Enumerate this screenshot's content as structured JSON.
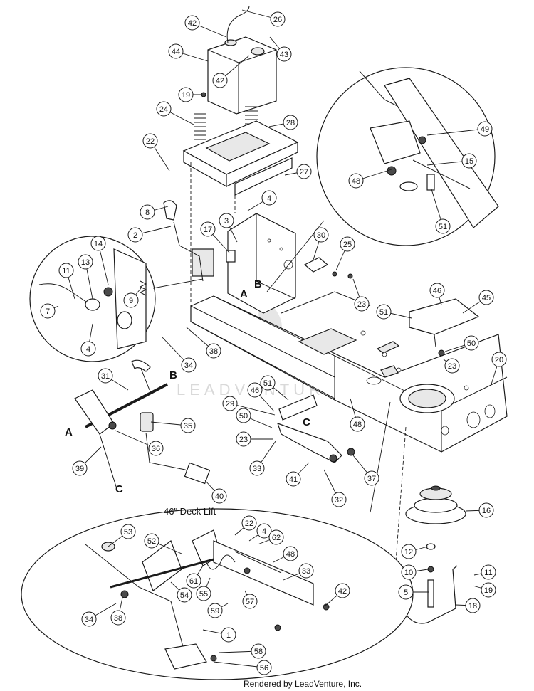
{
  "diagram": {
    "inset_title": "46\" Deck Lift",
    "credit": "Rendered by LeadVenture, Inc.",
    "watermark": "LEADVENTURE",
    "callouts": [
      {
        "n": "26"
      },
      {
        "n": "42"
      },
      {
        "n": "43"
      },
      {
        "n": "44"
      },
      {
        "n": "42"
      },
      {
        "n": "19"
      },
      {
        "n": "24"
      },
      {
        "n": "28"
      },
      {
        "n": "22"
      },
      {
        "n": "27"
      },
      {
        "n": "4"
      },
      {
        "n": "8"
      },
      {
        "n": "3"
      },
      {
        "n": "2"
      },
      {
        "n": "17"
      },
      {
        "n": "30"
      },
      {
        "n": "25"
      },
      {
        "n": "23"
      },
      {
        "n": "14"
      },
      {
        "n": "13"
      },
      {
        "n": "11"
      },
      {
        "n": "9"
      },
      {
        "n": "7"
      },
      {
        "n": "4"
      },
      {
        "n": "34"
      },
      {
        "n": "38"
      },
      {
        "n": "49"
      },
      {
        "n": "15"
      },
      {
        "n": "48"
      },
      {
        "n": "51"
      },
      {
        "n": "46"
      },
      {
        "n": "45"
      },
      {
        "n": "51"
      },
      {
        "n": "50"
      },
      {
        "n": "23"
      },
      {
        "n": "20"
      },
      {
        "n": "31"
      },
      {
        "n": "51"
      },
      {
        "n": "46"
      },
      {
        "n": "29"
      },
      {
        "n": "50"
      },
      {
        "n": "23"
      },
      {
        "n": "48"
      },
      {
        "n": "35"
      },
      {
        "n": "36"
      },
      {
        "n": "39"
      },
      {
        "n": "33"
      },
      {
        "n": "37"
      },
      {
        "n": "41"
      },
      {
        "n": "32"
      },
      {
        "n": "40"
      },
      {
        "n": "16"
      },
      {
        "n": "12"
      },
      {
        "n": "10"
      },
      {
        "n": "11"
      },
      {
        "n": "19"
      },
      {
        "n": "5"
      },
      {
        "n": "18"
      },
      {
        "n": "22"
      },
      {
        "n": "53"
      },
      {
        "n": "52"
      },
      {
        "n": "4"
      },
      {
        "n": "62"
      },
      {
        "n": "48"
      },
      {
        "n": "61"
      },
      {
        "n": "55"
      },
      {
        "n": "54"
      },
      {
        "n": "33"
      },
      {
        "n": "59"
      },
      {
        "n": "57"
      },
      {
        "n": "42"
      },
      {
        "n": "34"
      },
      {
        "n": "38"
      },
      {
        "n": "1"
      },
      {
        "n": "58"
      },
      {
        "n": "56"
      }
    ],
    "letters": [
      "A",
      "B",
      "B",
      "A",
      "C",
      "C"
    ]
  }
}
